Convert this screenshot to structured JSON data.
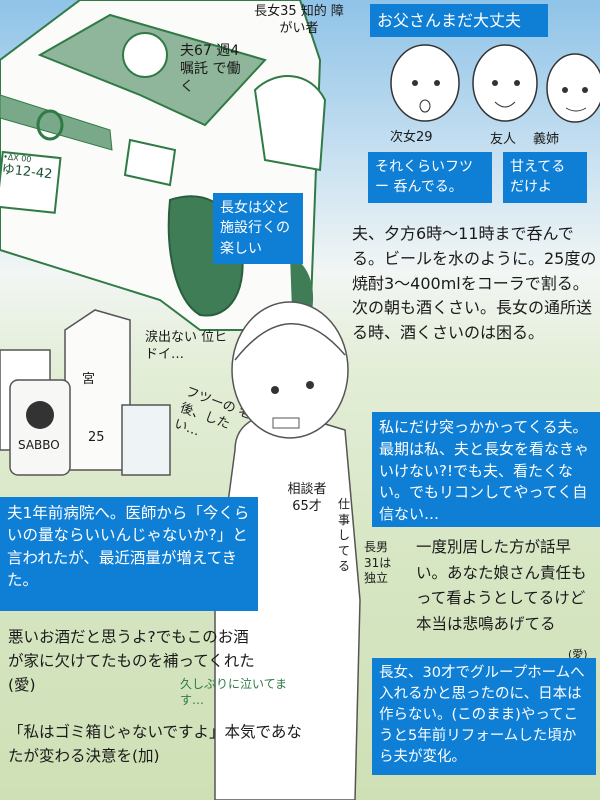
{
  "labels": {
    "husband": "夫67 週4嘱託 で働く",
    "eldest_daughter": "長女35 知的 障がい者",
    "second_daughter": "次女29",
    "friend": "友人",
    "sister_in_law": "義姉",
    "consultant": "相談者 65才",
    "working": "仕事してる",
    "eldest_son": "長男 31は 独立",
    "license_plate_top": "•ΔX 00",
    "license_plate_num": "ゆ12-42",
    "can_brand": "SABBO",
    "carton_label": "宮",
    "carton_number": "25"
  },
  "bubbles": {
    "father_ok": "お父さんまだ大丈夫",
    "normal_drinking": "それくらいフツー 呑んでる。",
    "spoiled": "甘えてる だけよ",
    "daughter_enjoys": "長女は父と 施設行くの 楽しい",
    "attacks_me": "私にだけ突っかかってくる夫。最期は私、夫と長女を看なきゃいけない?!でも夫、看たくない。でもリコンしてやってく自信ない…",
    "hospital": "夫1年前病院へ。医師から「今くらいの量ならいいんじゃないか?」と言われたが、最近酒量が増えてきた。",
    "group_home": "長女、30才でグループホームへ入れるかと思ったのに、日本は作らない。(このまま)やってこうと5年前リフォームした頃から夫が変化。"
  },
  "texts": {
    "drinking_desc": "夫、夕方6時〜11時まで呑んでる。ビールを水のように。25度の焼酎3〜400mlをコーラで割る。次の朝も酒くさい。長女の通所送る時、酒くさいのは困る。",
    "no_tears": "涙出ない 位ヒドイ…",
    "normal_old_age": "フツーの 老後、したい…",
    "separate_advice": "一度別居した方が話早い。あなた娘さん責任もって看ようとしてるけど本当は悲鳴あげてる",
    "separate_sign": "(愛)",
    "bad_alcohol": "悪いお酒だと思うよ?でもこのお酒が家に欠けてたものを補ってくれた(愛)",
    "crying": "久しぶりに泣いてます…",
    "trash_can": "「私はゴミ箱じゃないですよ」本気であなたが変わる決意を(加)"
  },
  "colors": {
    "accent_blue": "#0f7fd6",
    "ink_green": "#2f7a45"
  }
}
